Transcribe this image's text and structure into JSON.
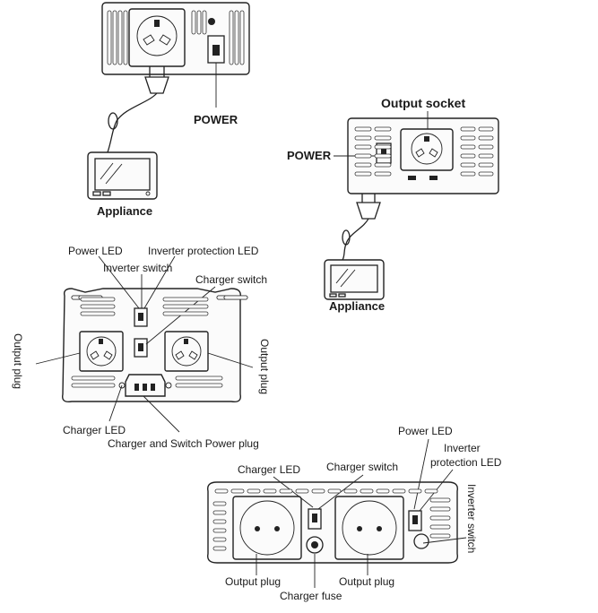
{
  "top_left": {
    "power_label": "POWER",
    "appliance_label": "Appliance"
  },
  "top_right": {
    "title": "Output socket",
    "power_label": "POWER",
    "appliance_label": "Appliance"
  },
  "middle": {
    "power_led": "Power LED",
    "inverter_protection_led": "Inverter protection LED",
    "inverter_switch": "Inverter switch",
    "charger_switch": "Charger switch",
    "output_plug_left": "Output plug",
    "output_plug_right": "Output plug",
    "charger_led": "Charger LED",
    "charger_power_plug": "Charger and Switch Power plug"
  },
  "bottom": {
    "power_led": "Power LED",
    "inverter_protection_led_line1": "Inverter",
    "inverter_protection_led_line2": "protection LED",
    "charger_led": "Charger LED",
    "charger_switch": "Charger switch",
    "inverter_switch": "Inverter switch",
    "output_plug_left": "Output plug",
    "output_plug_right": "Output plug",
    "charger_fuse": "Charger fuse"
  }
}
